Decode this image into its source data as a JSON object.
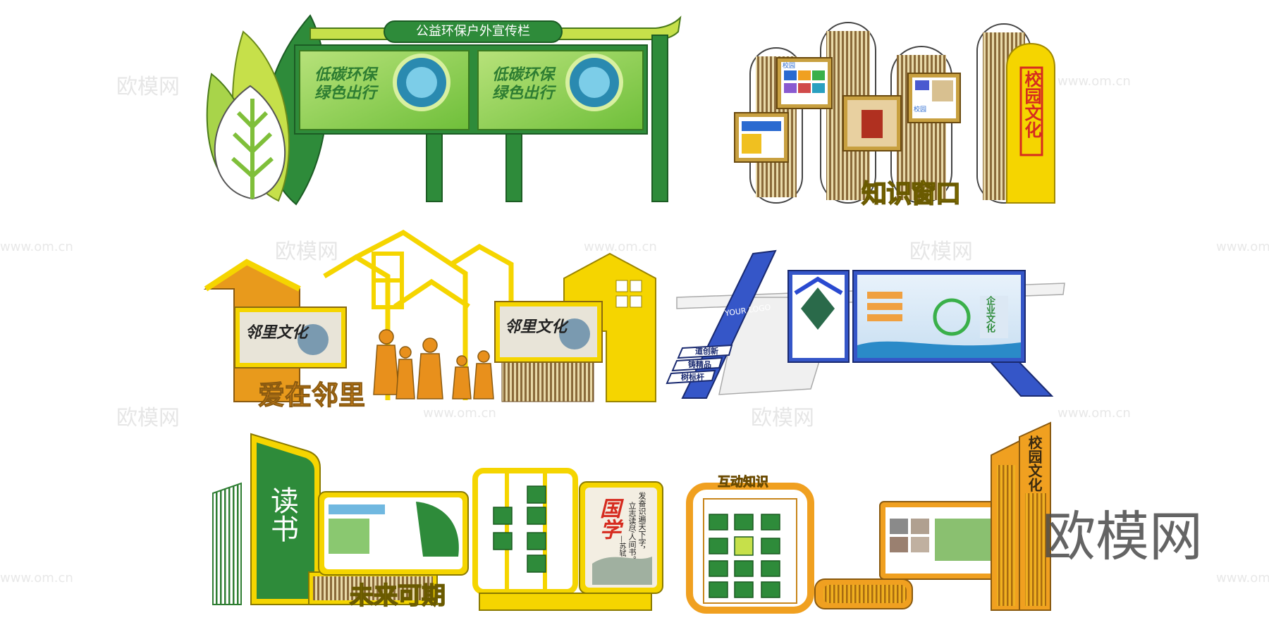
{
  "watermarks": {
    "brand": "欧模网",
    "url": "www.om.cn",
    "corner_brand": "欧模网"
  },
  "signs": {
    "eco": {
      "title": "公益环保户外宣传栏",
      "poster_headline_1": "低碳环保",
      "poster_headline_2": "绿色出行"
    },
    "knowledge": {
      "title": "知识窗口",
      "side_label": "校园文化",
      "card_1": "校园",
      "card_2": "校园"
    },
    "neighbor": {
      "slogan": "爱在邻里",
      "board_1": "邻里文化",
      "board_2": "邻里文化"
    },
    "logo_wall": {
      "logo_text": "YOUR LOGO",
      "tag_1": "道创新",
      "tag_2": "铸精品",
      "tag_3": "树标杆",
      "side_title": "企业文化"
    },
    "reading": {
      "vertical_title": "读书",
      "slogan": "未来可期",
      "poster_title": "国学",
      "poem_1": "发奋识遍天下字，",
      "poem_2": "立志读尽人间书。",
      "poem_author": "—苏轼"
    },
    "campus": {
      "top_label": "互动知识",
      "side_title": "校园文化"
    }
  },
  "colors": {
    "green_dark": "#2e8b3a",
    "green_light": "#8bc34a",
    "lime": "#c6e04a",
    "yellow": "#f5d500",
    "orange": "#e89a1c",
    "brown": "#8a6a3a",
    "blue": "#3556c8",
    "red": "#d62b1f"
  }
}
